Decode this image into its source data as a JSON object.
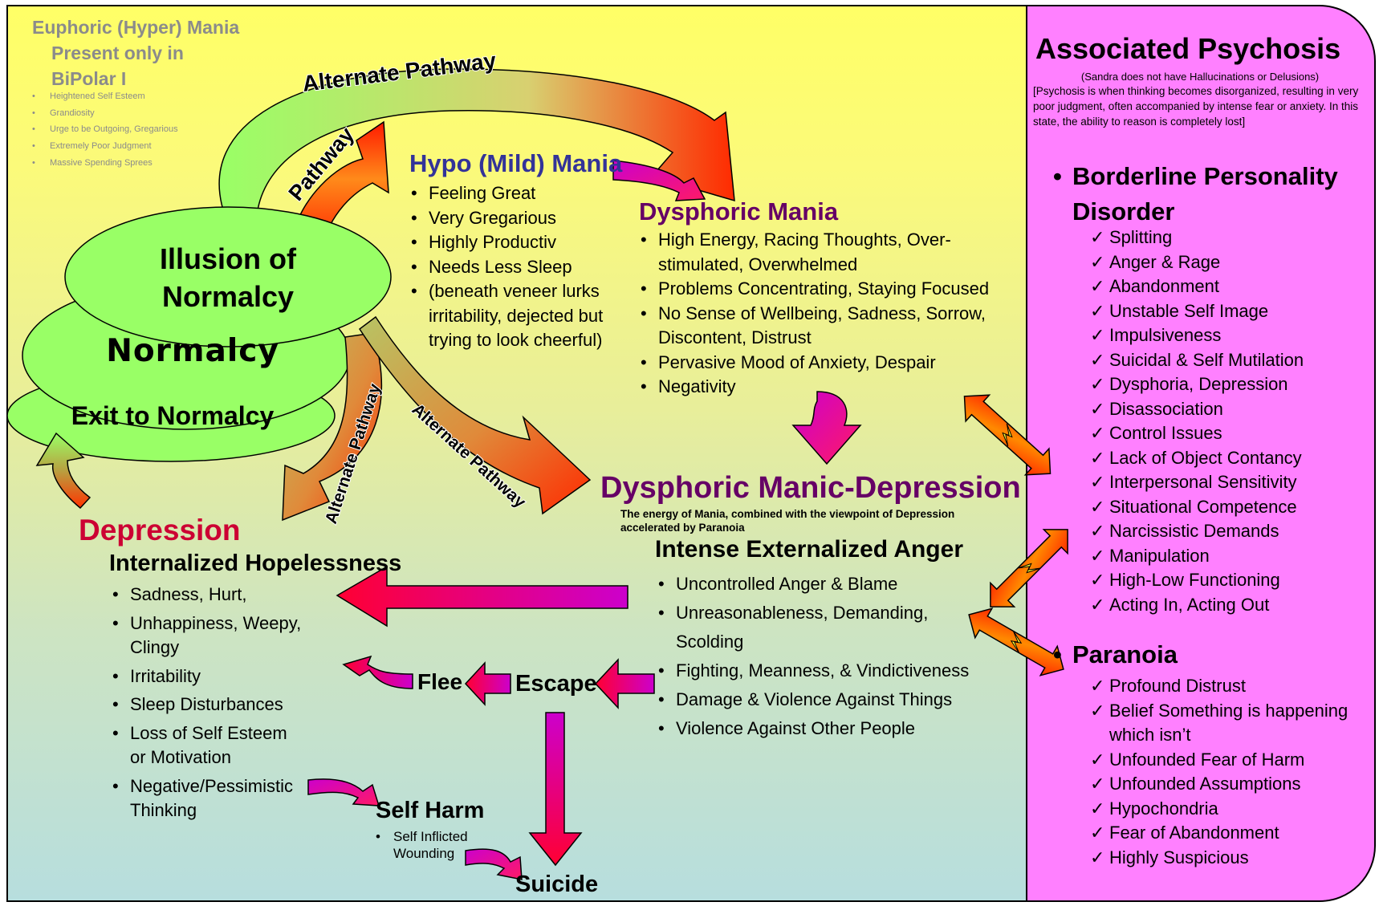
{
  "euphoric": {
    "title": "Euphoric (Hyper) Mania",
    "line2": "Present only in",
    "line3": "BiPolar I",
    "items": [
      "Heightened Self Esteem",
      "Grandiosity",
      "Urge to be Outgoing, Gregarious",
      "Extremely Poor Judgment",
      "Massive Spending Sprees"
    ]
  },
  "arrow_labels": {
    "alt_top": "Alternate Pathway",
    "pathway": "Pathway",
    "alt_mid1": "Alternate Pathway",
    "alt_mid2": "Alternate Pathway"
  },
  "ellipses": {
    "illusion": "Illusion of Normalcy",
    "normalcy": "Normalcy",
    "exit": "Exit to Normalcy"
  },
  "hypo": {
    "title": "Hypo (Mild) Mania",
    "items": [
      "Feeling Great",
      "Very Gregarious",
      "Highly Productiv",
      "Needs Less Sleep",
      "(beneath veneer lurks irritability, dejected but trying to look cheerful)"
    ]
  },
  "dysphoric_mania": {
    "title": "Dysphoric Mania",
    "items": [
      "High Energy, Racing Thoughts, Over-stimulated, Overwhelmed",
      "Problems Concentrating, Staying Focused",
      "No Sense of Wellbeing, Sadness, Sorrow, Discontent, Distrust",
      "Pervasive Mood of Anxiety, Despair",
      "Negativity"
    ]
  },
  "dmd": {
    "title": "Dysphoric Manic-Depression",
    "subtitle": "The energy of Mania, combined with the viewpoint of Depression accelerated by Paranoia",
    "anger_title": "Intense Externalized Anger",
    "items": [
      "Uncontrolled Anger & Blame",
      "Unreasonableness, Demanding, Scolding",
      "Fighting, Meanness, & Vindictiveness",
      "Damage & Violence Against Things",
      "Violence Against Other People"
    ]
  },
  "depression": {
    "title": "Depression",
    "subtitle": "Internalized Hopelessness",
    "items": [
      "Sadness, Hurt,",
      "Unhappiness, Weepy, Clingy",
      "Irritability",
      "Sleep Disturbances",
      "Loss of Self Esteem or Motivation",
      "Negative/Pessimistic Thinking"
    ]
  },
  "outcomes": {
    "flee": "Flee",
    "escape": "Escape",
    "self_harm": "Self Harm",
    "self_harm_item": "Self Inflicted Wounding",
    "suicide": "Suicide"
  },
  "psychosis": {
    "title": "Associated Psychosis",
    "note": "(Sandra does not have Hallucinations or Delusions)",
    "desc": "[Psychosis is when thinking becomes disorganized, resulting in very poor judgment, often accompanied by intense fear or anxiety. In this state, the ability to reason is completely lost]",
    "bpd_title": "Borderline Personality Disorder",
    "bpd_items": [
      "Splitting",
      "Anger & Rage",
      "Abandonment",
      "Unstable Self Image",
      "Impulsiveness",
      "Suicidal & Self Mutilation",
      "Dysphoria, Depression",
      "Disassociation",
      "Control Issues",
      "Lack of Object Contancy",
      "Interpersonal Sensitivity",
      "Situational Competence",
      "Narcissistic Demands",
      "Manipulation",
      "High-Low Functioning",
      "Acting In, Acting Out"
    ],
    "paranoia_title": "Paranoia",
    "paranoia_items": [
      "Profound Distrust",
      "Belief Something is happening which isn’t",
      "Unfounded Fear of Harm",
      "Unfounded Assumptions",
      "Hypochondria",
      "Fear of Abandonment",
      "Highly Suspicious"
    ]
  },
  "colors": {
    "panel_top": "#ffff66",
    "panel_bottom": "#b7dede",
    "side_panel": "#ff80ff",
    "ellipse_fill": "#99ff66",
    "depression_title": "#cc0033",
    "mania_title": "#660066",
    "hypo_title": "#333399"
  }
}
